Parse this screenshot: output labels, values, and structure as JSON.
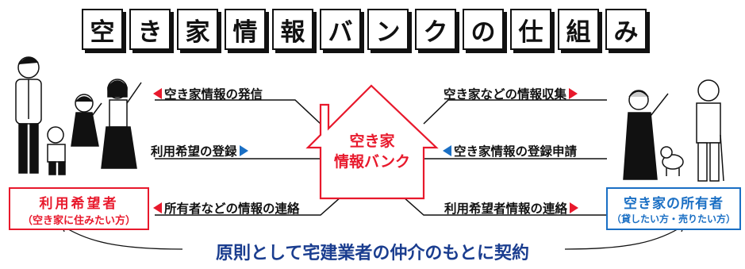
{
  "title": [
    "空",
    "き",
    "家",
    "情",
    "報",
    "バ",
    "ン",
    "ク",
    "の",
    "仕",
    "組",
    "み"
  ],
  "house": {
    "line1": "空き家",
    "line2": "情報バンク"
  },
  "flows": {
    "left_top": "空き家情報の発信",
    "left_mid": "利用希望の登録",
    "left_bottom": "所有者などの情報の連絡",
    "right_top": "空き家などの情報収集",
    "right_mid": "空き家情報の登録申請",
    "right_bottom": "利用希望者情報の連絡"
  },
  "user_party": {
    "main": "利用希望者",
    "sub": "（空き家に住みたい方）"
  },
  "owner_party": {
    "main": "空き家の所有者",
    "sub": "（貸したい方・売りたい方）"
  },
  "bottom_caption": "原則として宅建業者の仲介のもとに契約",
  "colors": {
    "red": "#e8192c",
    "blue": "#1a6fc4",
    "navy": "#1a3d8f",
    "ink": "#111111"
  }
}
